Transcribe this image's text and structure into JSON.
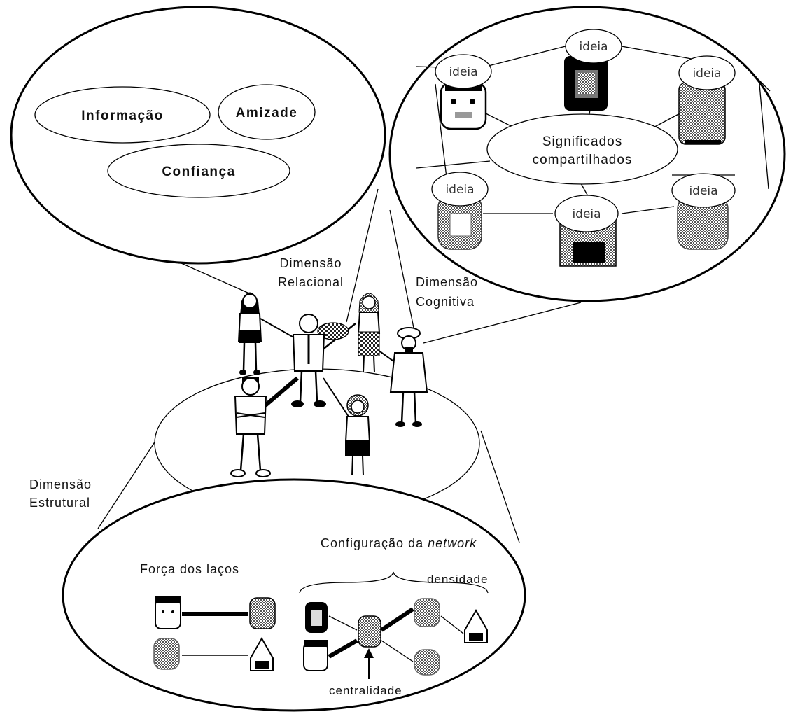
{
  "relational": {
    "info": "Informação",
    "friendship": "Amizade",
    "trust": "Confiança"
  },
  "cognitive": {
    "idea_label": "ideia",
    "shared_line1": "Significados",
    "shared_line2": "compartilhados"
  },
  "dimensions": {
    "relational_line1": "Dimensão",
    "relational_line2": "Relacional",
    "cognitive_line1": "Dimensão",
    "cognitive_line2": "Cognitiva",
    "structural_line1": "Dimensão",
    "structural_line2": "Estrutural"
  },
  "structural": {
    "tie_strength": "Força dos laços",
    "network_config_prefix": "Configuração da ",
    "network_config_italic": "network",
    "density": "densidade",
    "centrality": "centralidade"
  }
}
